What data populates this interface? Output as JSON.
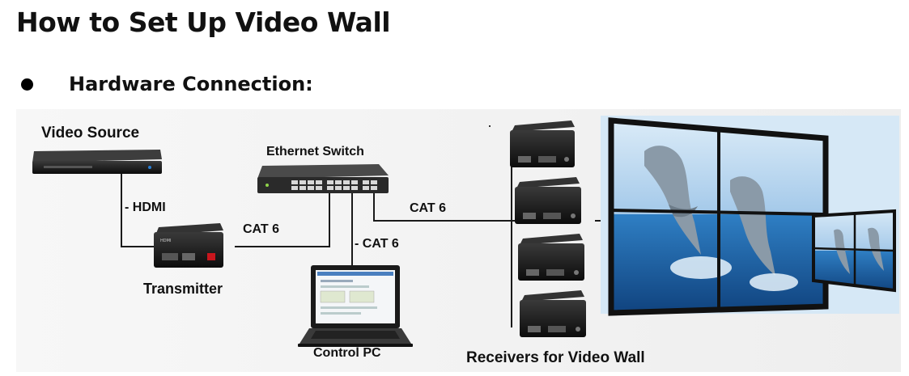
{
  "page": {
    "title": "How to Set Up Video Wall",
    "section_heading": "Hardware Connection:"
  },
  "diagram": {
    "video_source_label": "Video Source",
    "hdmi_label": "HDMI",
    "transmitter_label": "Transmitter",
    "ethernet_switch_label": "Ethernet Switch",
    "cat6_tx_label": "CAT 6",
    "cat6_pc_label": "CAT 6",
    "cat6_rx_label": "CAT 6",
    "control_pc_label": "Control PC",
    "receivers_label": "Receivers for Video Wall",
    "colors": {
      "line": "#1a1a1a",
      "device": "#141414",
      "sky": "#bcd9f0",
      "water": "#1c5fa6",
      "dolphin": "#8a9aa8"
    }
  }
}
